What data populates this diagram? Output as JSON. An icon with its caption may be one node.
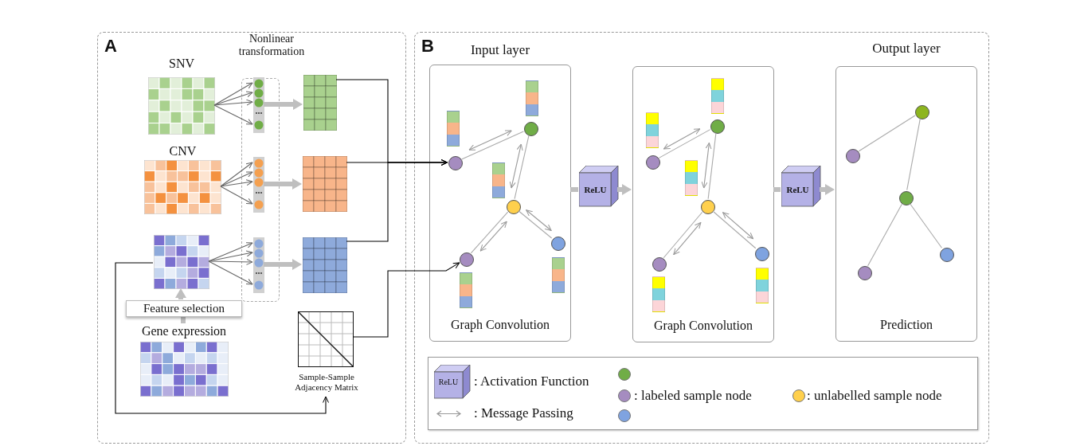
{
  "diagram": {
    "nodes": [
      {
        "text": [
          "A"
        ]
      },
      {
        "text": [
          "Nonlinear transformation"
        ],
        "in": 0
      },
      {
        "text": [
          "SNV"
        ],
        "in": 0
      },
      {
        "text": [],
        "shape": "bar",
        "in": 1
      },
      {
        "text": [],
        "shape": "box",
        "in": 0
      },
      {
        "text": [
          "CNV"
        ],
        "in": 0
      },
      {
        "text": [],
        "shape": "bar",
        "in": 1
      },
      {
        "text": [],
        "shape": "box",
        "in": 0
      },
      {
        "text": [],
        "shape": "box",
        "in": 0
      },
      {
        "text": [],
        "shape": "bar",
        "in": 1
      },
      {
        "text": [],
        "shape": "box",
        "in": 0
      },
      {
        "text": [
          "Feature selection"
        ],
        "in": 0
      },
      {
        "text": [
          "Sample-Sample Adjacency Matrix"
        ],
        "in": 0
      },
      {
        "text": [
          "Gene expression"
        ],
        "in": 0
      },
      {
        "text": [
          "B"
        ]
      },
      {
        "text": [
          "Input layer",
          "Graph Convolution"
        ],
        "in": 14
      },
      {
        "text": [],
        "shape": "circle",
        "in": 15
      },
      {
        "text": [],
        "shape": "circle",
        "in": 15
      },
      {
        "text": [],
        "shape": "circle",
        "in": 15
      },
      {
        "text": [],
        "shape": "circle",
        "in": 15
      },
      {
        "text": [],
        "shape": "circle",
        "in": 15
      },
      {
        "text": [
          "ReLU"
        ],
        "in": 14
      },
      {
        "text": [
          "Graph Convolution"
        ],
        "in": 14
      },
      {
        "text": [],
        "shape": "circle",
        "in": 22
      },
      {
        "text": [],
        "shape": "circle",
        "in": 22
      },
      {
        "text": [],
        "shape": "circle",
        "in": 22
      },
      {
        "text": [],
        "shape": "circle",
        "in": 22
      },
      {
        "text": [],
        "shape": "circle",
        "in": 22
      },
      {
        "text": [
          "ReLU"
        ],
        "in": 14
      },
      {
        "text": [
          "Output layer",
          "Prediction"
        ],
        "in": 14
      },
      {
        "text": [],
        "shape": "circle",
        "in": 29
      },
      {
        "text": [],
        "shape": "circle",
        "in": 29
      },
      {
        "text": [],
        "shape": "circle",
        "in": 29
      },
      {
        "text": [],
        "shape": "circle",
        "in": 29
      },
      {
        "text": [],
        "shape": "circle",
        "in": 29
      },
      {
        "text": [],
        "shape": "bar",
        "in": 15
      },
      {
        "text": [],
        "shape": "bar",
        "in": 15
      },
      {
        "text": [],
        "shape": "bar",
        "in": 15
      },
      {
        "text": [],
        "shape": "bar",
        "in": 15
      },
      {
        "text": [],
        "shape": "bar",
        "in": 15
      },
      {
        "text": [],
        "shape": "bar",
        "in": 22
      },
      {
        "text": [],
        "shape": "bar",
        "in": 22
      },
      {
        "text": [],
        "shape": "bar",
        "in": 22
      },
      {
        "text": [],
        "shape": "bar",
        "in": 22
      },
      {
        "text": [],
        "shape": "bar",
        "in": 22
      }
    ],
    "edges": [
      {
        "from": 2,
        "to": 3,
        "arrow": "to"
      },
      {
        "from": 2,
        "to": 3,
        "arrow": "to"
      },
      {
        "from": 2,
        "to": 3,
        "arrow": "to"
      },
      {
        "from": 2,
        "to": 3,
        "arrow": "to"
      },
      {
        "from": 3,
        "to": 4,
        "arrow": "to",
        "style": "thick",
        "color": "#bfbfbf"
      },
      {
        "from": 5,
        "to": 6,
        "arrow": "to"
      },
      {
        "from": 5,
        "to": 6,
        "arrow": "to"
      },
      {
        "from": 5,
        "to": 6,
        "arrow": "to"
      },
      {
        "from": 5,
        "to": 6,
        "arrow": "to"
      },
      {
        "from": 6,
        "to": 7,
        "arrow": "to",
        "style": "thick",
        "color": "#bfbfbf"
      },
      {
        "from": 8,
        "to": 9,
        "arrow": "to"
      },
      {
        "from": 8,
        "to": 9,
        "arrow": "to"
      },
      {
        "from": 8,
        "to": 9,
        "arrow": "to"
      },
      {
        "from": 8,
        "to": 9,
        "arrow": "to"
      },
      {
        "from": 9,
        "to": 10,
        "arrow": "to",
        "style": "thick",
        "color": "#bfbfbf"
      },
      {
        "from": 13,
        "to": 11,
        "arrow": "none",
        "style": "thick",
        "color": "#bfbfbf"
      },
      {
        "from": 11,
        "to": 8,
        "arrow": "to",
        "style": "thick",
        "color": "#bfbfbf"
      },
      {
        "from": 8,
        "to": 12,
        "arrow": "to",
        "color": "#000000"
      },
      {
        "from": 4,
        "to": 16,
        "arrow": "to",
        "color": "#000000"
      },
      {
        "from": 7,
        "to": 16,
        "arrow": "to",
        "color": "#000000"
      },
      {
        "from": 10,
        "to": 16,
        "arrow": "to",
        "color": "#000000"
      },
      {
        "from": 12,
        "to": 19,
        "arrow": "to",
        "color": "#000000"
      },
      {
        "from": 16,
        "to": 17,
        "arrow": "none",
        "color": "#aaaaaa"
      },
      {
        "from": 17,
        "to": 18,
        "arrow": "none",
        "color": "#aaaaaa"
      },
      {
        "from": 18,
        "to": 19,
        "arrow": "none",
        "color": "#aaaaaa"
      },
      {
        "from": 18,
        "to": 20,
        "arrow": "none",
        "color": "#aaaaaa"
      },
      {
        "from": 15,
        "to": 21,
        "arrow": "none",
        "style": "thick",
        "color": "#bfbfbf"
      },
      {
        "from": 21,
        "to": 22,
        "arrow": "to",
        "style": "thick",
        "color": "#bfbfbf"
      },
      {
        "from": 23,
        "to": 24,
        "arrow": "none",
        "color": "#aaaaaa"
      },
      {
        "from": 24,
        "to": 25,
        "arrow": "none",
        "color": "#aaaaaa"
      },
      {
        "from": 25,
        "to": 26,
        "arrow": "none",
        "color": "#aaaaaa"
      },
      {
        "from": 25,
        "to": 27,
        "arrow": "none",
        "color": "#aaaaaa"
      },
      {
        "from": 22,
        "to": 28,
        "arrow": "none",
        "style": "thick",
        "color": "#bfbfbf"
      },
      {
        "from": 28,
        "to": 29,
        "arrow": "to",
        "style": "thick",
        "color": "#bfbfbf"
      },
      {
        "from": 30,
        "to": 31,
        "arrow": "none",
        "color": "#aaaaaa"
      },
      {
        "from": 30,
        "to": 32,
        "arrow": "none",
        "color": "#aaaaaa"
      },
      {
        "from": 32,
        "to": 33,
        "arrow": "none",
        "color": "#aaaaaa"
      },
      {
        "from": 32,
        "to": 34,
        "arrow": "none",
        "color": "#aaaaaa"
      },
      {
        "from": 16,
        "to": 17,
        "arrow": "both",
        "color": "#999999"
      },
      {
        "from": 17,
        "to": 18,
        "arrow": "both",
        "color": "#999999"
      },
      {
        "from": 18,
        "to": 19,
        "arrow": "both",
        "color": "#999999"
      },
      {
        "from": 18,
        "to": 20,
        "arrow": "both",
        "color": "#999999"
      },
      {
        "from": 23,
        "to": 24,
        "arrow": "both",
        "color": "#999999"
      },
      {
        "from": 24,
        "to": 25,
        "arrow": "both",
        "color": "#999999"
      },
      {
        "from": 25,
        "to": 26,
        "arrow": "both",
        "color": "#999999"
      },
      {
        "from": 25,
        "to": 27,
        "arrow": "both",
        "color": "#999999"
      }
    ],
    "labels": [
      "ReLU"
    ],
    "legend": [
      {
        "text": ": Activation Function"
      },
      {
        "text": ": Message Passing"
      },
      {
        "text": ": labeled sample node"
      },
      {
        "text": ": unlabelled sample node",
        "color": "#ffd04d"
      }
    ]
  }
}
